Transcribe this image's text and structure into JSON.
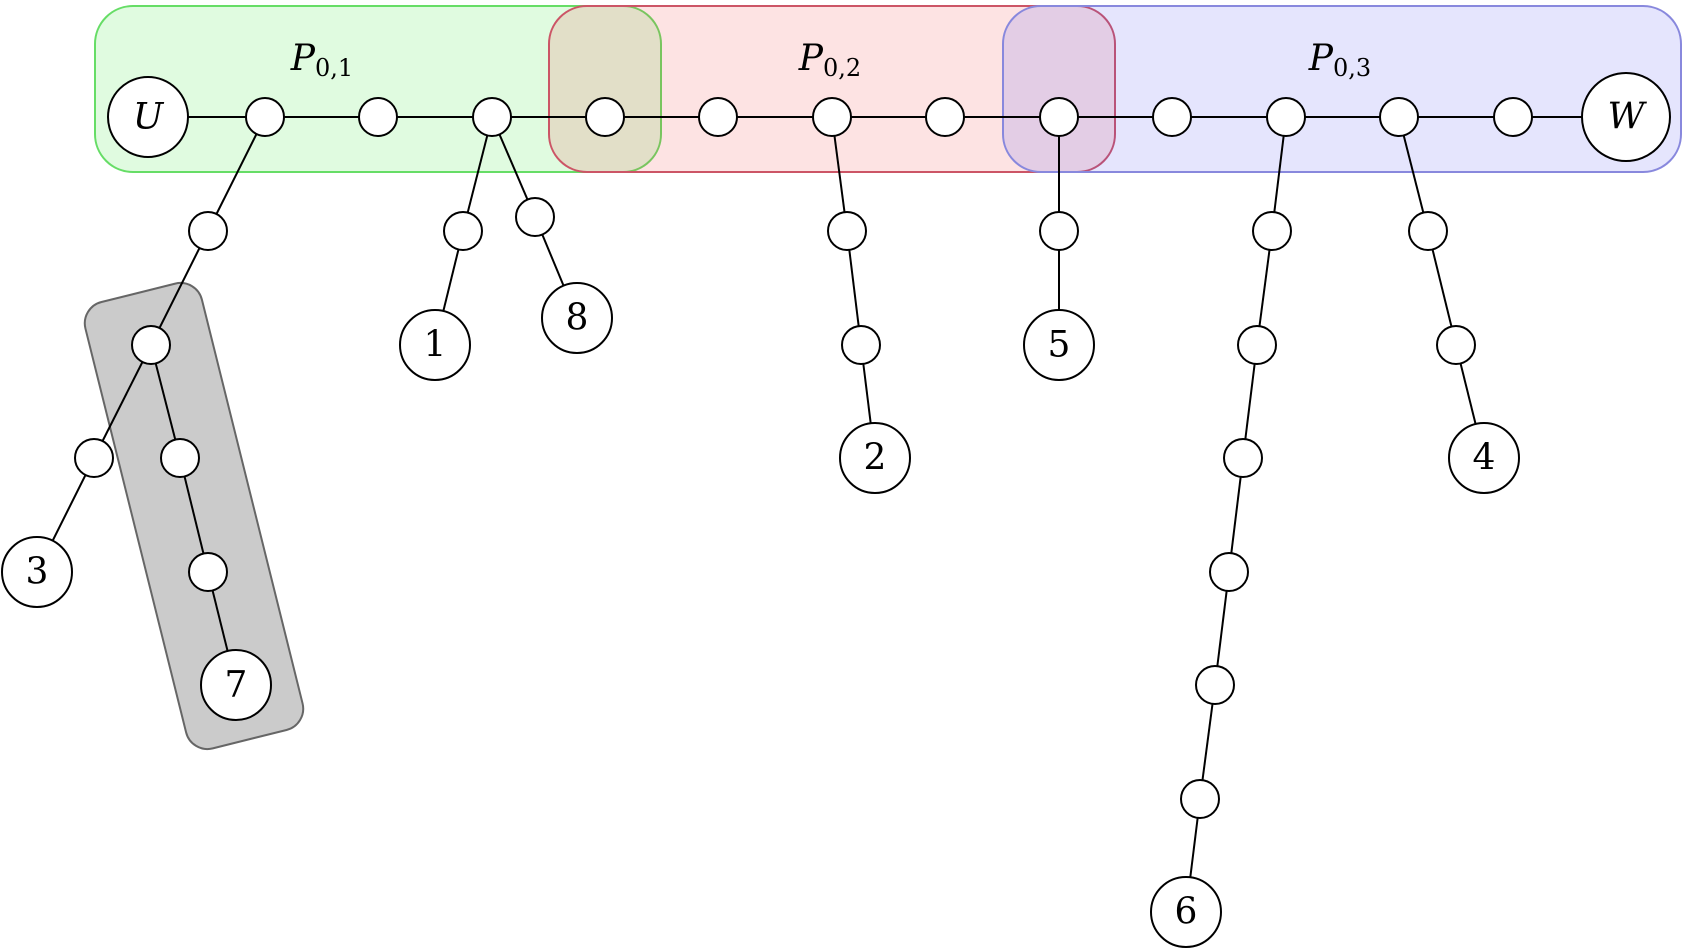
{
  "regions": [
    {
      "id": "p01",
      "label": {
        "base": "P",
        "sub": "0,1"
      },
      "color": "#00cc00"
    },
    {
      "id": "p02",
      "label": {
        "base": "P",
        "sub": "0,2"
      },
      "color": "#dd3333"
    },
    {
      "id": "p03",
      "label": {
        "base": "P",
        "sub": "0,3"
      },
      "color": "#4444ee"
    }
  ],
  "highlight": {
    "color": "#999999"
  },
  "nodes": {
    "U": "U",
    "W": "W",
    "n1": "1",
    "n2": "2",
    "n3": "3",
    "n4": "4",
    "n5": "5",
    "n6": "6",
    "n7": "7",
    "n8": "8"
  }
}
